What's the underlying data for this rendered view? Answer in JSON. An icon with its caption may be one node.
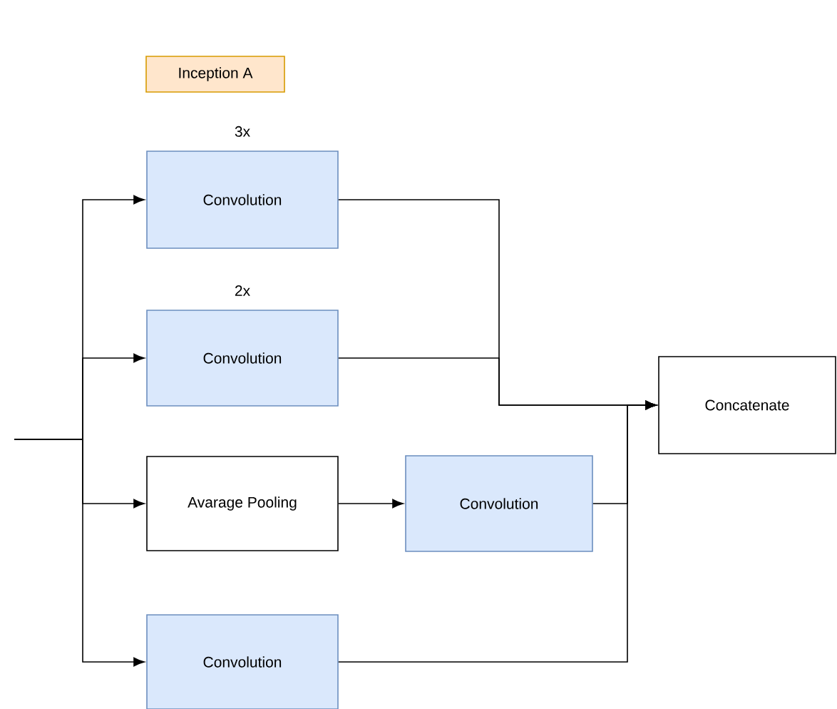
{
  "diagram": {
    "nodes": [
      {
        "text": [
          "Inception A"
        ]
      },
      {
        "text": [
          "Convolution"
        ],
        "beside": [
          "3x"
        ]
      },
      {
        "text": [
          "Convolution"
        ],
        "beside": [
          "2x"
        ]
      },
      {
        "text": [
          "Avarage Pooling"
        ]
      },
      {
        "text": [
          "Convolution"
        ]
      },
      {
        "text": [
          "Convolution"
        ]
      },
      {
        "text": [
          "Concatenate"
        ]
      }
    ],
    "edges": [
      {
        "from": null,
        "to": 1,
        "arrow": "to"
      },
      {
        "from": null,
        "to": 2,
        "arrow": "to"
      },
      {
        "from": null,
        "to": 3,
        "arrow": "to"
      },
      {
        "from": null,
        "to": 5,
        "arrow": "to"
      },
      {
        "from": 3,
        "to": 4,
        "arrow": "to"
      },
      {
        "from": 1,
        "to": 6,
        "arrow": "to"
      },
      {
        "from": 2,
        "to": 6,
        "arrow": "to"
      },
      {
        "from": 4,
        "to": 6,
        "arrow": "to"
      },
      {
        "from": 5,
        "to": 6,
        "arrow": "to"
      }
    ]
  }
}
